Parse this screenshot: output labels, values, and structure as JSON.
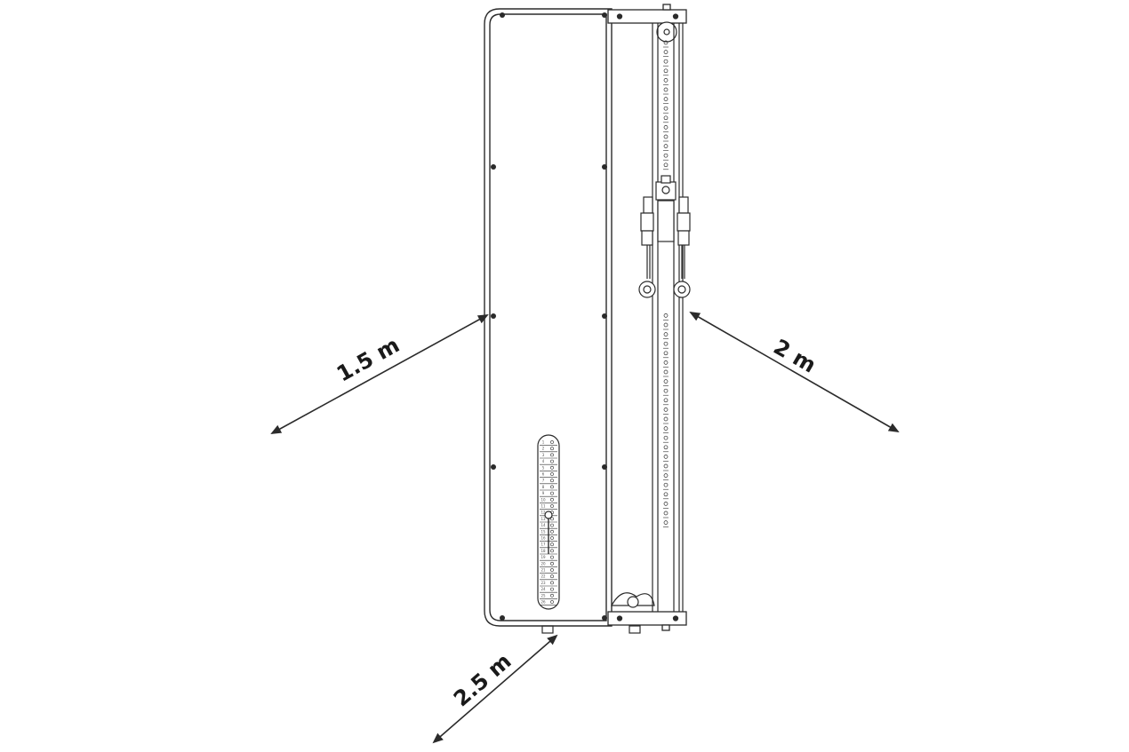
{
  "diagram": {
    "dimensions": [
      {
        "id": "left",
        "label": "1.5 m"
      },
      {
        "id": "right",
        "label": "2 m"
      },
      {
        "id": "bottom",
        "label": "2.5 m"
      }
    ],
    "weight_stack_numbers": [
      "1",
      "2",
      "3",
      "4",
      "5",
      "6",
      "7",
      "8",
      "9",
      "10",
      "11",
      "12",
      "13",
      "14",
      "15",
      "16",
      "17",
      "18",
      "19",
      "20",
      "21",
      "22",
      "23",
      "24",
      "25",
      "26"
    ],
    "colors": {
      "line": "#2b2b2b",
      "fill": "#ffffff"
    }
  }
}
